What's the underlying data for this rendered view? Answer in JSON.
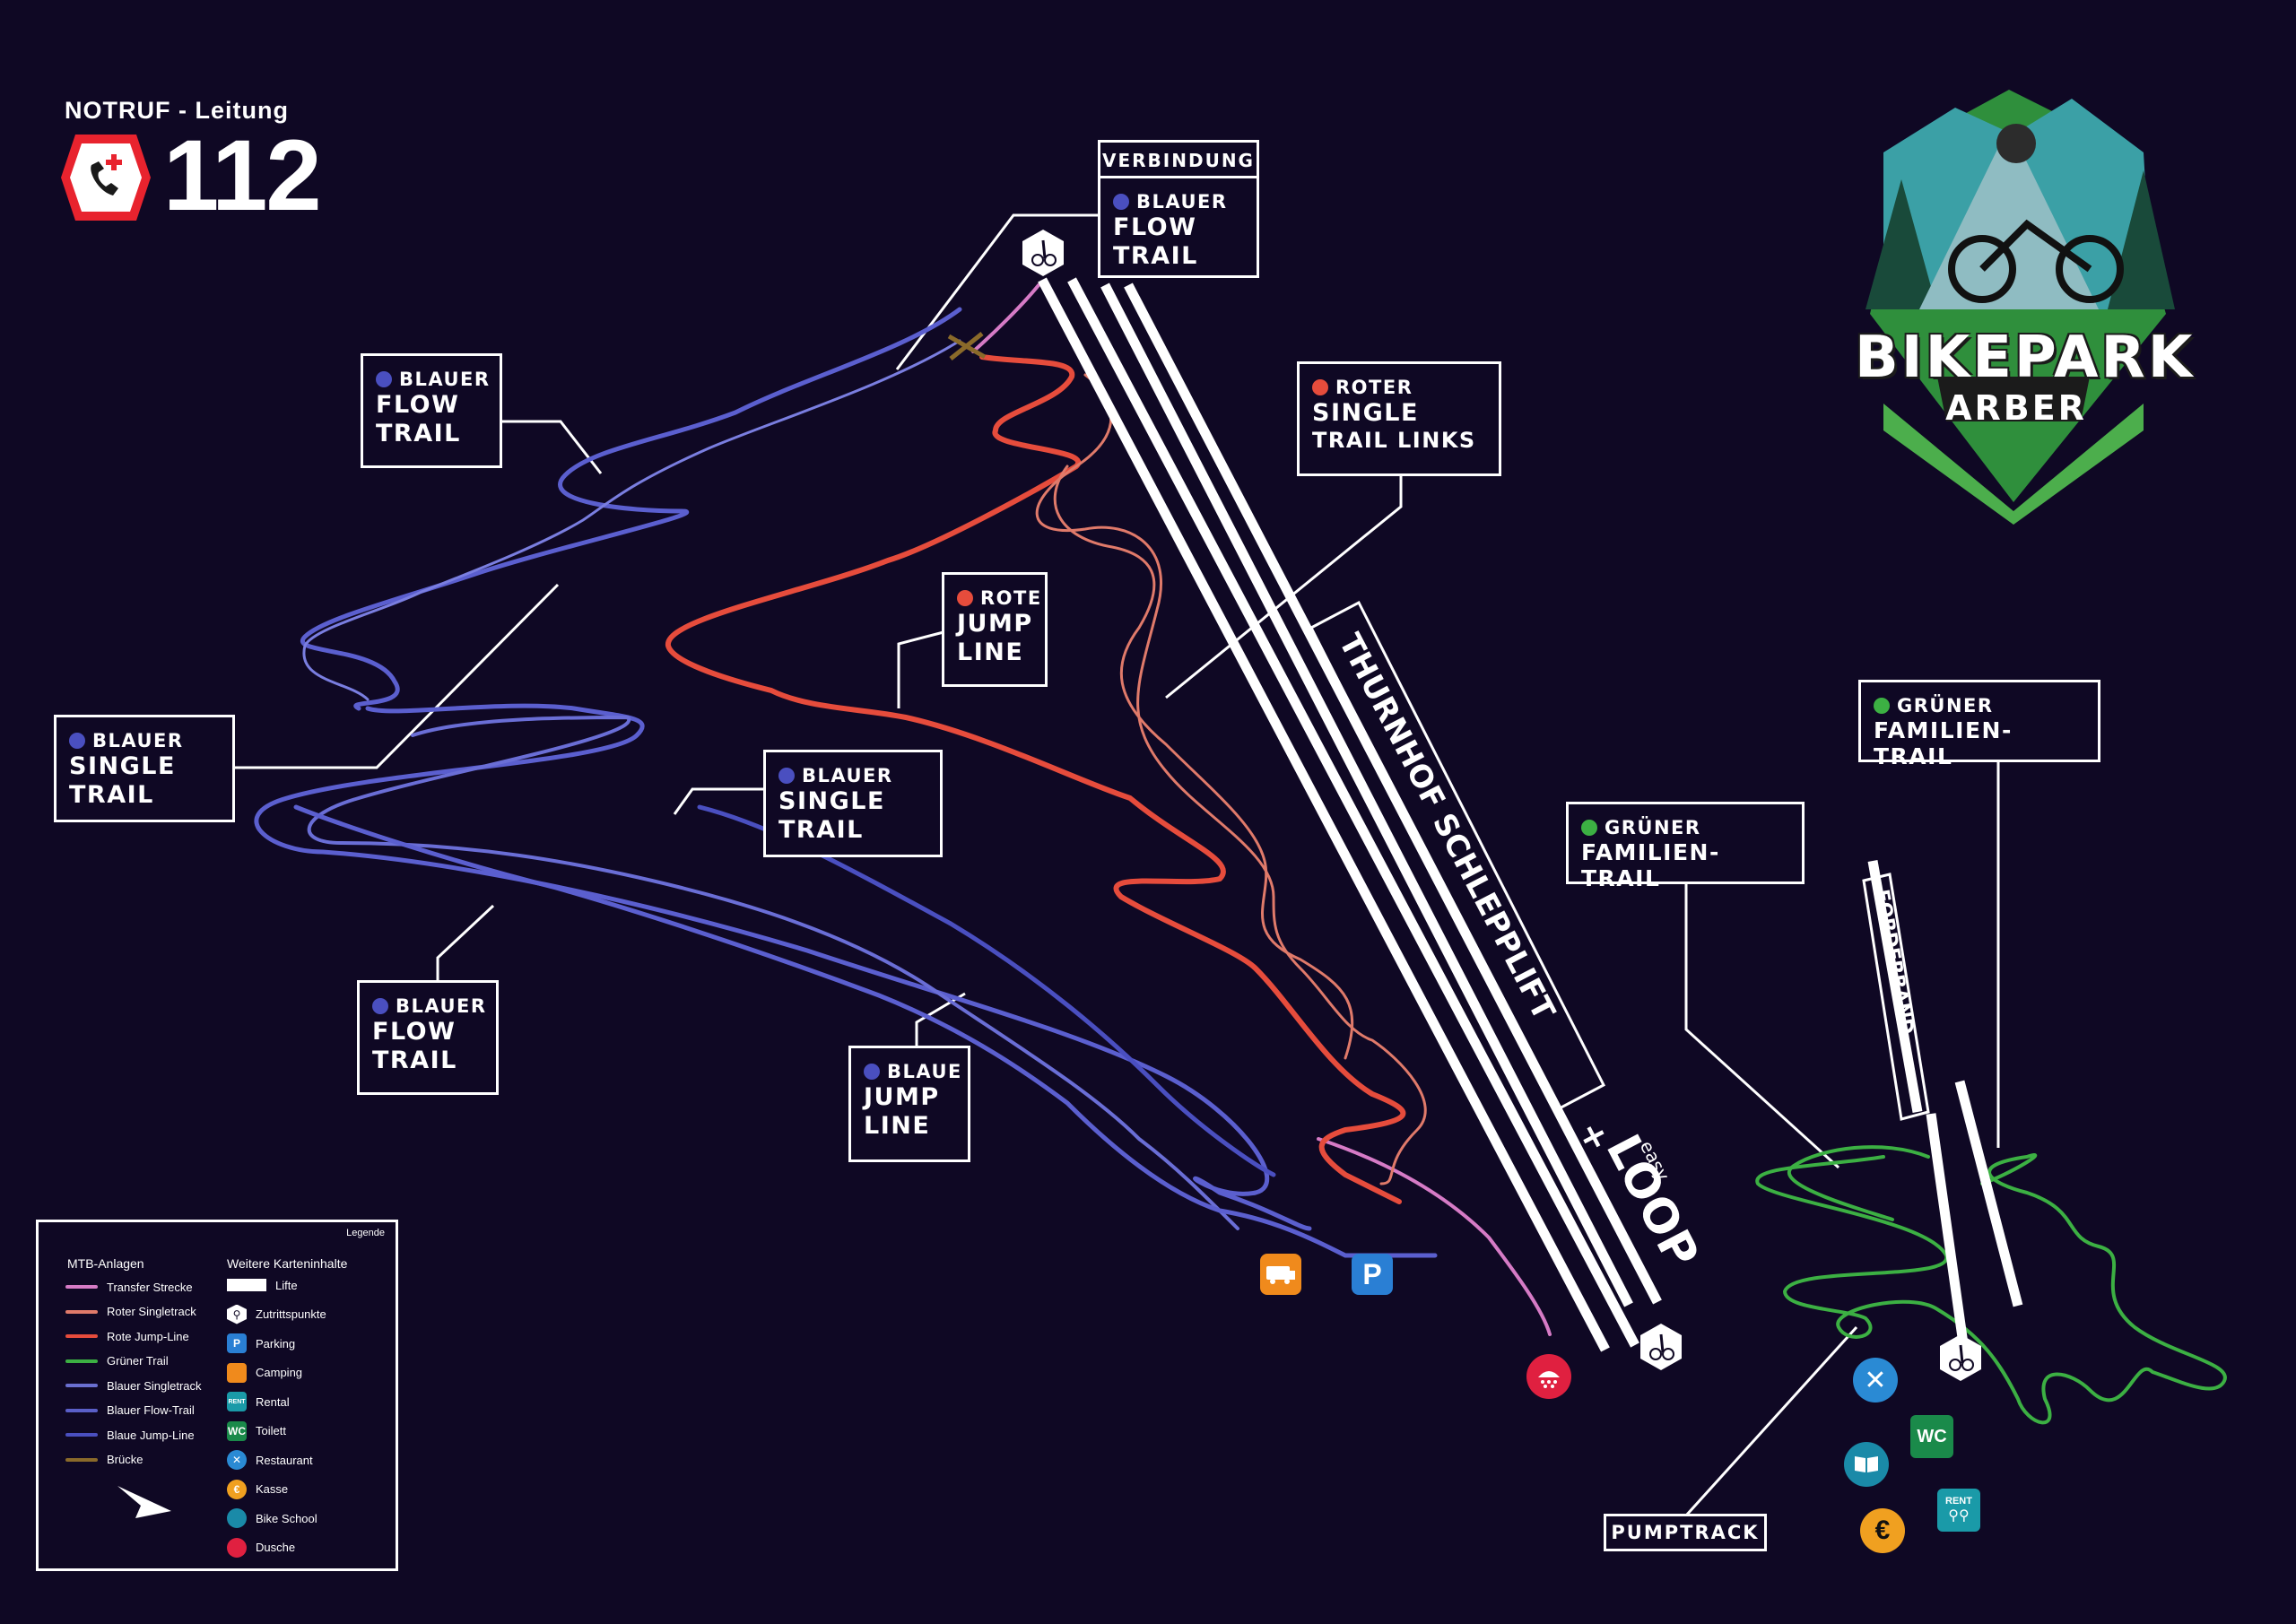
{
  "emergency": {
    "label": "NOTRUF - Leitung",
    "number": "112"
  },
  "logo": {
    "title": "BIKEPARK",
    "subtitle": "ARBER"
  },
  "labels": {
    "verbindung": {
      "header": "VERBINDUNG",
      "kind": "BLAUER",
      "name": "FLOW TRAIL",
      "color": "#4a4fc0"
    },
    "blue_flow_top": {
      "kind": "BLAUER",
      "name": "FLOW TRAIL",
      "color": "#4a4fc0"
    },
    "red_single": {
      "kind": "ROTER",
      "name": "SINGLE",
      "name2": "TRAIL LINKS",
      "color": "#e64c3c"
    },
    "red_jump": {
      "kind": "ROTE",
      "name": "JUMP LINE",
      "color": "#e64c3c"
    },
    "blue_single_left": {
      "kind": "BLAUER",
      "name": "SINGLE TRAIL",
      "color": "#4a4fc0"
    },
    "blue_single_mid": {
      "kind": "BLAUER",
      "name": "SINGLE TRAIL",
      "color": "#4a4fc0"
    },
    "blue_flow_bottom": {
      "kind": "BLAUER",
      "name": "FLOW TRAIL",
      "color": "#4a4fc0"
    },
    "blue_jump": {
      "kind": "BLAUE",
      "name": "JUMP LINE",
      "color": "#4a4fc0"
    },
    "green_family_right": {
      "kind": "GRÜNER",
      "name": "FAMILIEN-TRAIL",
      "color": "#3cb043"
    },
    "green_family_left": {
      "kind": "GRÜNER",
      "name": "FAMILIEN-TRAIL",
      "color": "#3cb043"
    },
    "pumptrack": {
      "name": "PUMPTRACK"
    }
  },
  "lifts": {
    "main": "THURNHOF SCHLEPPLIFT",
    "loop_prefix": "+",
    "loop": "LOOP",
    "loop_tag": "easy",
    "foerderband": "FÖRDERBAND"
  },
  "legend": {
    "title": "Legende",
    "col1_title": "MTB-Anlagen",
    "col2_title": "Weitere Karteninhalte",
    "trails": [
      {
        "label": "Transfer Strecke",
        "color": "#d67bc6"
      },
      {
        "label": "Roter Singletrack",
        "color": "#e07a6a"
      },
      {
        "label": "Rote Jump-Line",
        "color": "#e64c3c"
      },
      {
        "label": "Grüner Trail",
        "color": "#3cb043"
      },
      {
        "label": "Blauer Singletrack",
        "color": "#6a6fd0"
      },
      {
        "label": "Blauer Flow-Trail",
        "color": "#5a5fc8"
      },
      {
        "label": "Blaue Jump-Line",
        "color": "#4a4fc0"
      },
      {
        "label": "Brücke",
        "color": "#8a6a2a"
      }
    ],
    "features": [
      {
        "label": "Lifte",
        "icon": "lift-icon",
        "color": "#ffffff"
      },
      {
        "label": "Zutrittspunkte",
        "icon": "access-point-icon",
        "color": "#ffffff"
      },
      {
        "label": "Parking",
        "icon": "parking-icon",
        "glyph": "P",
        "color": "#2a7fd4"
      },
      {
        "label": "Camping",
        "icon": "camper-icon",
        "color": "#f08a1c"
      },
      {
        "label": "Rental",
        "icon": "rental-icon",
        "glyph": "RENT",
        "color": "#1a9aa8"
      },
      {
        "label": "Toilett",
        "icon": "wc-icon",
        "glyph": "WC",
        "color": "#1a8a4a"
      },
      {
        "label": "Restaurant",
        "icon": "restaurant-icon",
        "glyph": "✕",
        "color": "#2a8ad4"
      },
      {
        "label": "Kasse",
        "icon": "euro-icon",
        "glyph": "€",
        "color": "#f0a020"
      },
      {
        "label": "Bike School",
        "icon": "book-icon",
        "color": "#1a8aa8"
      },
      {
        "label": "Dusche",
        "icon": "shower-icon",
        "color": "#e02040"
      }
    ]
  },
  "pois": {
    "wc": "WC",
    "euro": "€",
    "rent": "RENT",
    "parking": "P"
  }
}
